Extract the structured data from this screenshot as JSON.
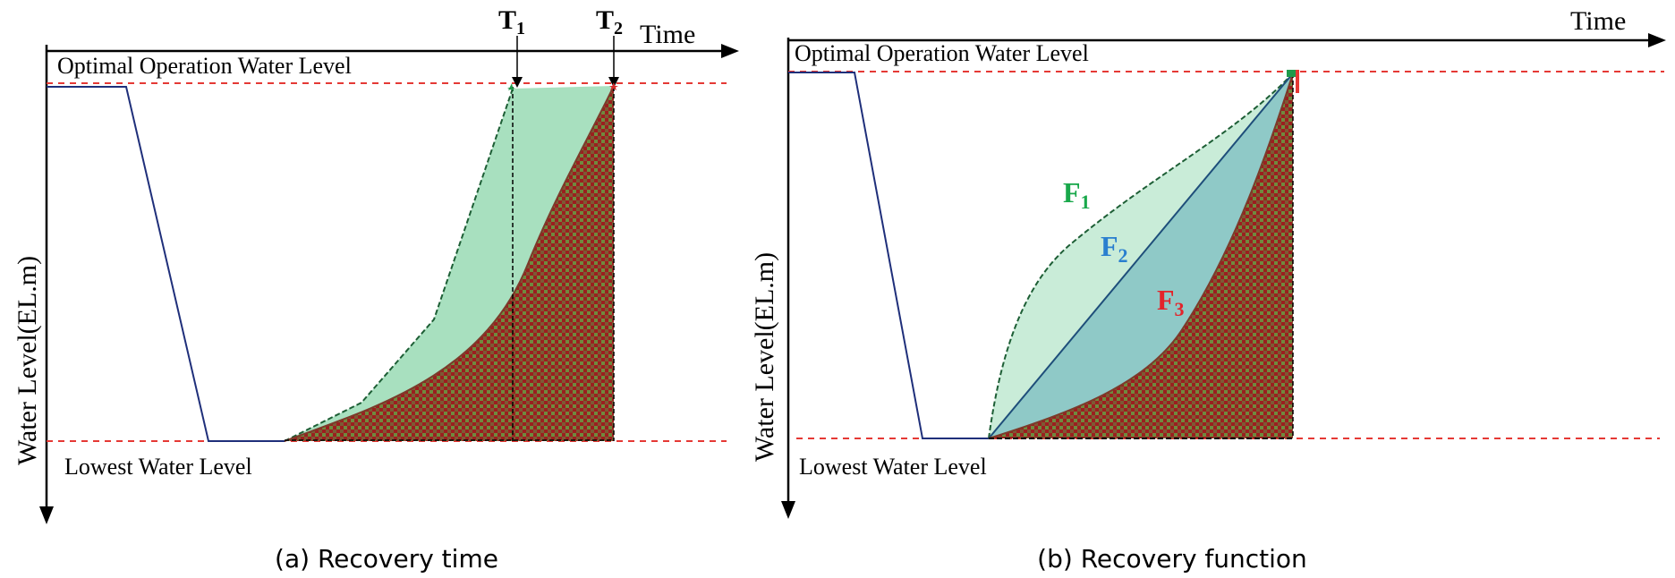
{
  "panel_a": {
    "caption": "(a) Recovery time",
    "x_axis_label": "Time",
    "y_axis_label": "Water Level(EL.m)",
    "optimal_label": "Optimal  Operation  Water Level",
    "lowest_label": "Lowest  Water Level",
    "t1_label": "T",
    "t1_sub": "1",
    "t2_label": "T",
    "t2_sub": "2"
  },
  "panel_b": {
    "caption": "(b) Recovery function",
    "x_axis_label": "Time",
    "y_axis_label": "Water Level(EL.m)",
    "optimal_label": "Optimal  Operation  Water Level",
    "lowest_label": "Lowest  Water Level",
    "f1_label": "F",
    "f1_sub": "1",
    "f2_label": "F",
    "f2_sub": "2",
    "f3_label": "F",
    "f3_sub": "3"
  },
  "colors": {
    "axis": "#000000",
    "reference_line": "#e53935",
    "drawdown_line": "#1f2f7a",
    "green_fill": "#a8e0bf",
    "green_light_fill": "#c9ecd8",
    "teal_fill": "#8fc9c7",
    "hatch_red": "#9b1f1f",
    "hatch_green": "#5a7a3a",
    "label_green": "#19a84b",
    "label_blue": "#2a7fcf",
    "label_red": "#e3242b",
    "star_green": "#1f9a4a",
    "star_red": "#d62b2b"
  }
}
